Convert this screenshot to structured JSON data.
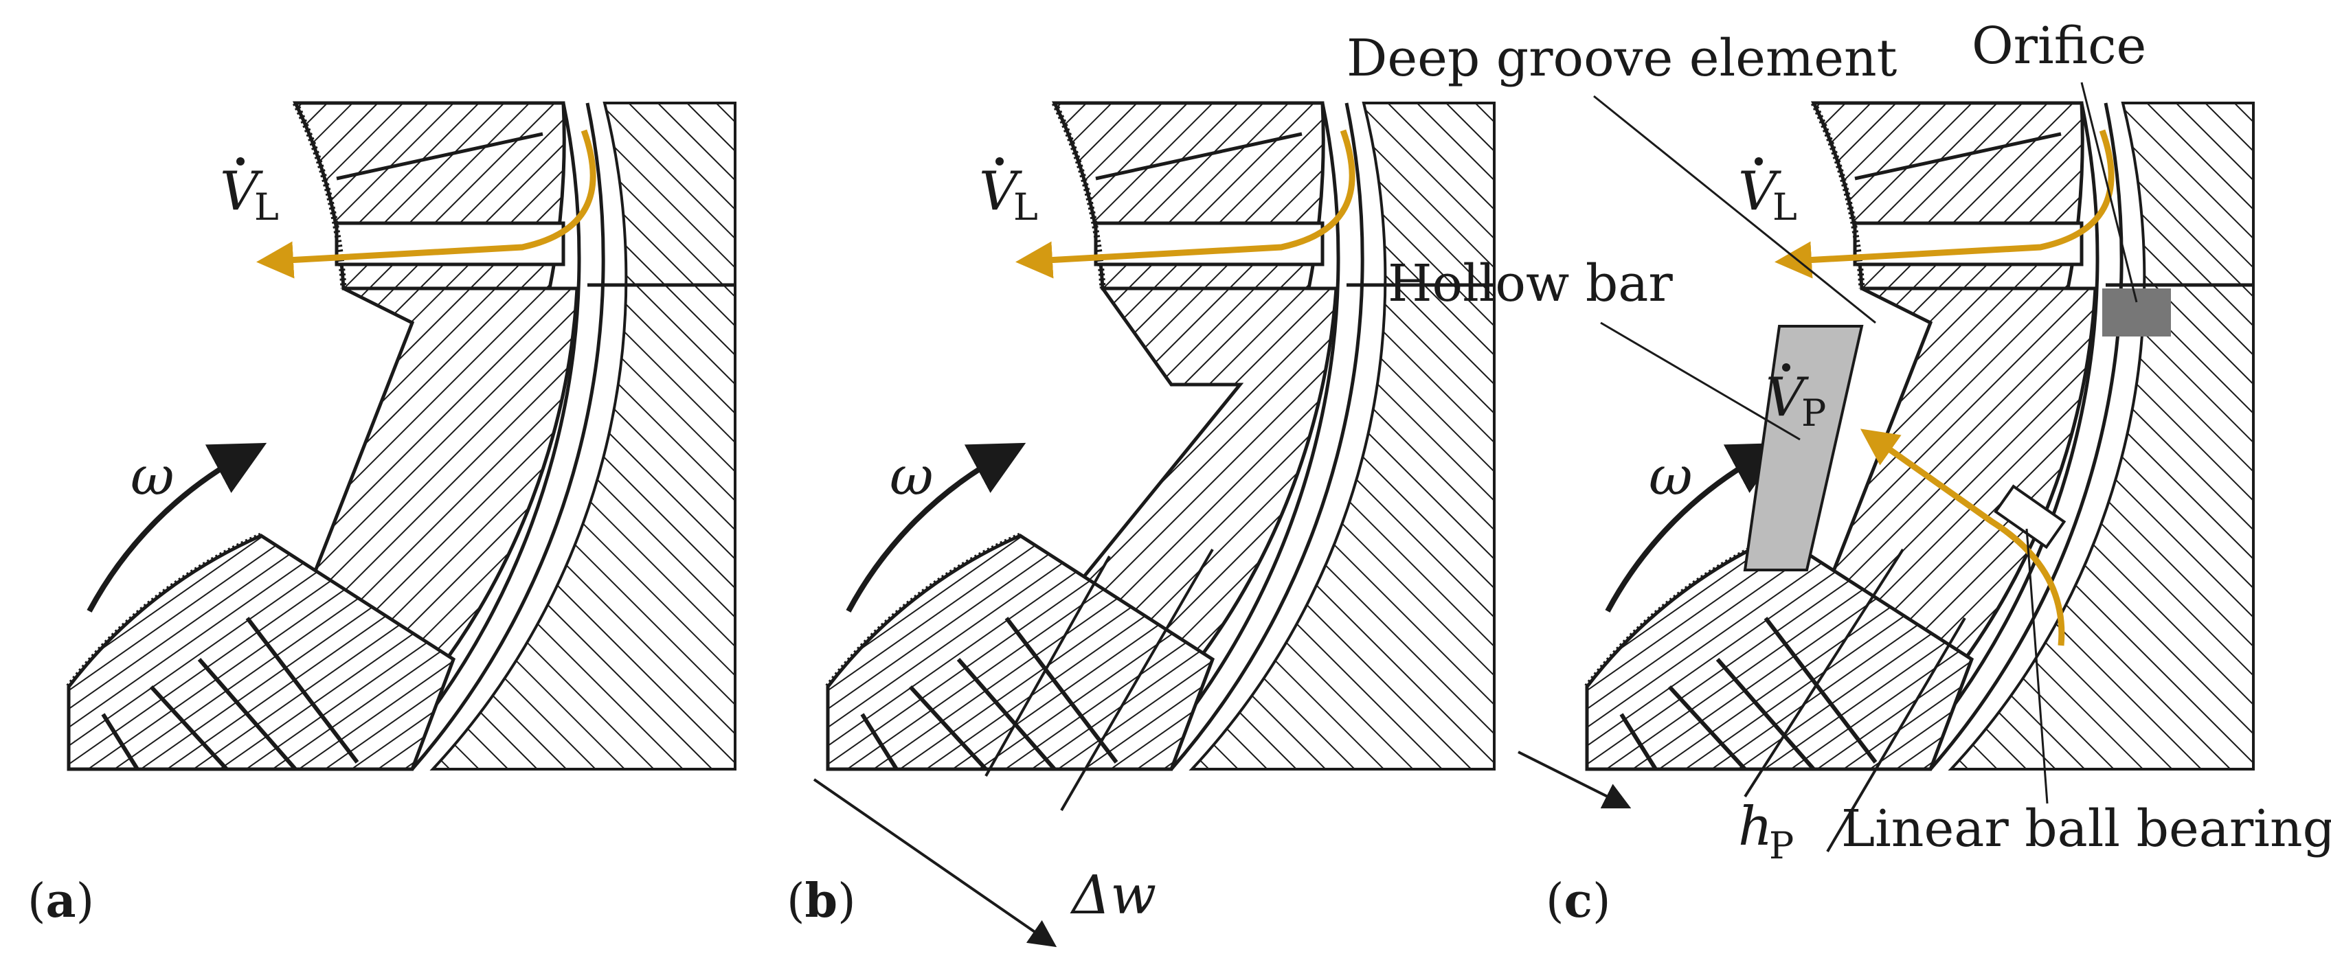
{
  "colors": {
    "flow_arrow": "#d49a12",
    "ink": "#1a1a1a",
    "part_fill": "#bcbcbc",
    "orifice_fill": "#777777",
    "background": "#ffffff"
  },
  "icons": {
    "rotation": "curved-arrow-icon",
    "flow": "curved-flow-arrow-icon",
    "dimension": "dimension-arrow-icon"
  },
  "panels": [
    {
      "id": "a",
      "label_open": "(",
      "label_letter": "a",
      "label_close": ")",
      "omega": "ω",
      "flow_symbol": "V",
      "flow_sub": "L"
    },
    {
      "id": "b",
      "label_open": "(",
      "label_letter": "b",
      "label_close": ")",
      "omega": "ω",
      "flow_symbol": "V",
      "flow_sub": "L",
      "dimension": "Δw"
    },
    {
      "id": "c",
      "label_open": "(",
      "label_letter": "c",
      "label_close": ")",
      "omega": "ω",
      "flow_symbol": "V",
      "flow_sub": "L",
      "flow2_symbol": "V",
      "flow2_sub": "P",
      "dimension_symbol": "h",
      "dimension_sub": "P",
      "callouts": {
        "deep_groove": "Deep groove element",
        "orifice": "Orifice",
        "hollow_bar": "Hollow bar",
        "linear_bearing": "Linear ball bearing"
      }
    }
  ]
}
